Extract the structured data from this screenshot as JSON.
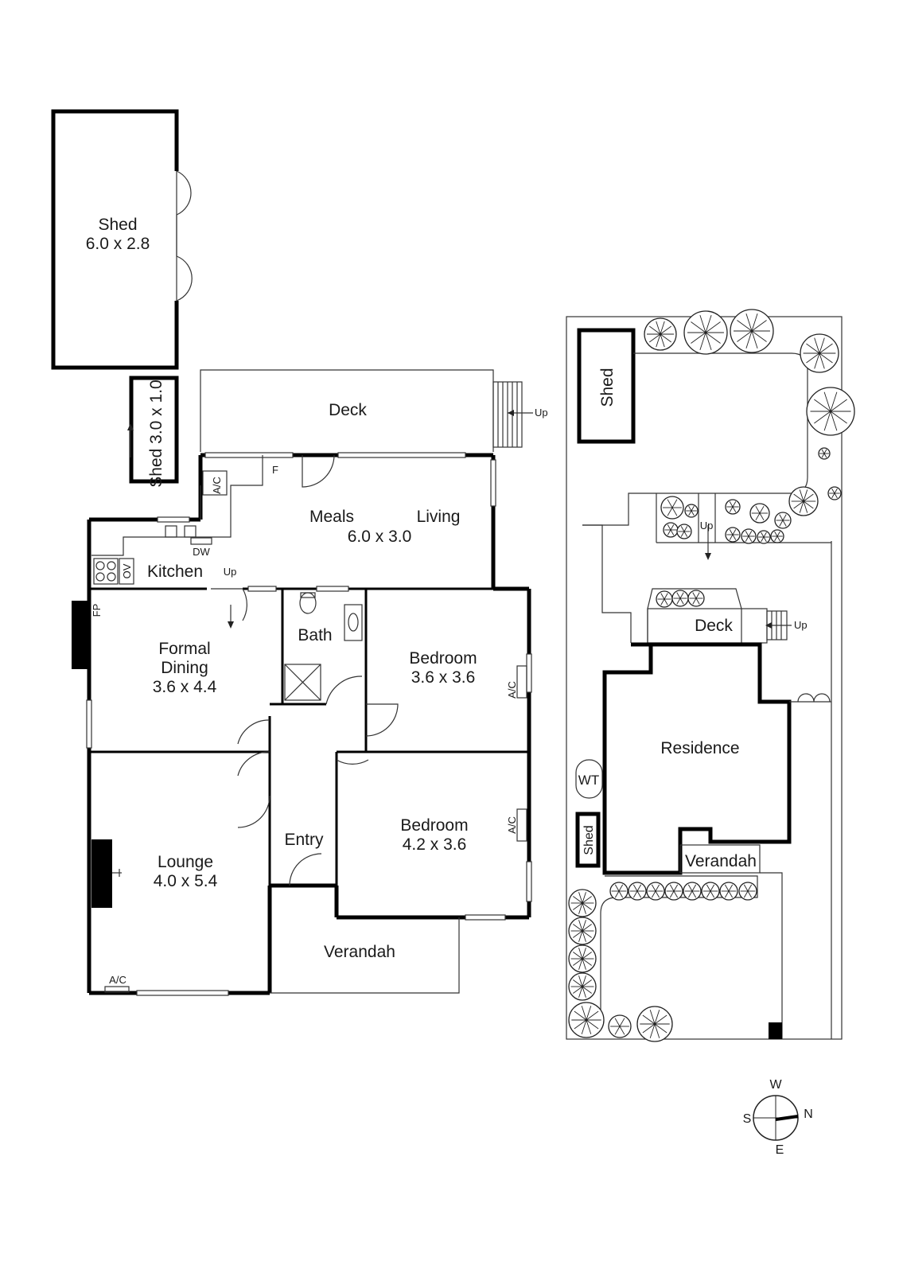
{
  "floor_plan": {
    "shed_large": {
      "name": "Shed",
      "size": "6.0 x 2.8"
    },
    "shed_small": {
      "label": "Shed 3.0 x 1.0"
    },
    "deck": "Deck",
    "deck_up": "Up",
    "meals": "Meals",
    "living": "Living",
    "meals_living_size": "6.0 x 3.0",
    "fridge": "F",
    "ac": "A/C",
    "dishwasher": "DW",
    "oven": "OV",
    "kitchen": "Kitchen",
    "kitchen_up": "Up",
    "fireplace": "FP",
    "formal_dining": {
      "line1": "Formal",
      "line2": "Dining",
      "size": "3.6 x 4.4"
    },
    "bath": "Bath",
    "bedroom1": {
      "name": "Bedroom",
      "size": "3.6 x 3.6"
    },
    "bedroom2": {
      "name": "Bedroom",
      "size": "4.2 x 3.6"
    },
    "entry": "Entry",
    "lounge": {
      "name": "Lounge",
      "size": "4.0 x 5.4"
    },
    "verandah": "Verandah"
  },
  "site_plan": {
    "shed": "Shed",
    "up_garden": "Up",
    "deck": "Deck",
    "deck_up": "Up",
    "residence": "Residence",
    "water_tank": "WT",
    "shed_small": "Shed",
    "verandah": "Verandah"
  },
  "compass": {
    "west": "W",
    "south": "S",
    "north": "N",
    "east": "E"
  }
}
